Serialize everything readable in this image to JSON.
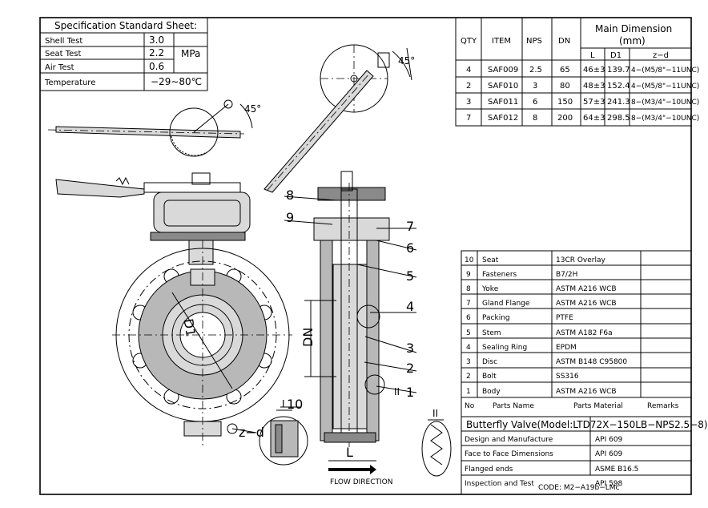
{
  "spec": {
    "title": "Specification Standard Sheet:",
    "rows": [
      {
        "name": "Shell Test",
        "value": "3.0"
      },
      {
        "name": "Seat Test",
        "value": "2.2"
      },
      {
        "name": "Air Test",
        "value": "0.6"
      }
    ],
    "unit": "MPa",
    "temp_label": "Temperature",
    "temp_value": "−29∼80℃"
  },
  "dims": {
    "headers": {
      "qty": "QTY",
      "item": "ITEM",
      "nps": "NPS",
      "dn": "DN",
      "main": "Main Dimension",
      "unit": "(mm)",
      "l": "L",
      "d1": "D1",
      "zd": "z−d"
    },
    "rows": [
      {
        "qty": "4",
        "item": "SAF009",
        "nps": "2.5",
        "dn": "65",
        "l": "46±3",
        "d1": "139.7",
        "zd": "4−(M5/8\"−11UNC)"
      },
      {
        "qty": "2",
        "item": "SAF010",
        "nps": "3",
        "dn": "80",
        "l": "48±3",
        "d1": "152.4",
        "zd": "4−(M5/8\"−11UNC)"
      },
      {
        "qty": "3",
        "item": "SAF011",
        "nps": "6",
        "dn": "150",
        "l": "57±3",
        "d1": "241.3",
        "zd": "8−(M3/4\"−10UNC)"
      },
      {
        "qty": "7",
        "item": "SAF012",
        "nps": "8",
        "dn": "200",
        "l": "64±3",
        "d1": "298.5",
        "zd": "8−(M3/4\"−10UNC)"
      }
    ]
  },
  "parts": {
    "rows": [
      {
        "no": "10",
        "name": "Seat",
        "material": "13CR Overlay",
        "remarks": ""
      },
      {
        "no": "9",
        "name": "Fasteners",
        "material": "B7/2H",
        "remarks": ""
      },
      {
        "no": "8",
        "name": "Yoke",
        "material": "ASTM  A216  WCB",
        "remarks": ""
      },
      {
        "no": "7",
        "name": "Gland Flange",
        "material": "ASTM  A216  WCB",
        "remarks": ""
      },
      {
        "no": "6",
        "name": "Packing",
        "material": "PTFE",
        "remarks": ""
      },
      {
        "no": "5",
        "name": "Stem",
        "material": "ASTM  A182  F6a",
        "remarks": ""
      },
      {
        "no": "4",
        "name": "Sealing Ring",
        "material": "EPDM",
        "remarks": ""
      },
      {
        "no": "3",
        "name": "Disc",
        "material": "ASTM  B148  C95800",
        "remarks": ""
      },
      {
        "no": "2",
        "name": "Bolt",
        "material": "SS316",
        "remarks": ""
      },
      {
        "no": "1",
        "name": "Body",
        "material": "ASTM  A216  WCB",
        "remarks": ""
      }
    ],
    "header": {
      "no": "No",
      "name": "Parts Name",
      "material": "Parts Material",
      "remarks": "Remarks"
    }
  },
  "model": "Butterfly Valve(Model:LTD72X−150LB−NPS2.5−8)",
  "standards": [
    {
      "name": "Design and Manufacture",
      "value": "API 609"
    },
    {
      "name": "Face to Face Dimensions",
      "value": "API 609"
    },
    {
      "name": "Flanged ends",
      "value": "ASME B16.5"
    },
    {
      "name": "Inspection and Test",
      "value": "API 598"
    }
  ],
  "code": "CODE:  M2−A19b−LMc",
  "drawing": {
    "angle1": "45°",
    "angle2": "45°",
    "d1_label": "D1",
    "zd_label": "z−d",
    "dn_label": "DN",
    "l_label": "L",
    "flow": "FLOW DIRECTION",
    "detail1": "I",
    "detail2": "II",
    "callouts": [
      "1",
      "2",
      "3",
      "4",
      "5",
      "6",
      "7",
      "8",
      "9",
      "10"
    ]
  }
}
